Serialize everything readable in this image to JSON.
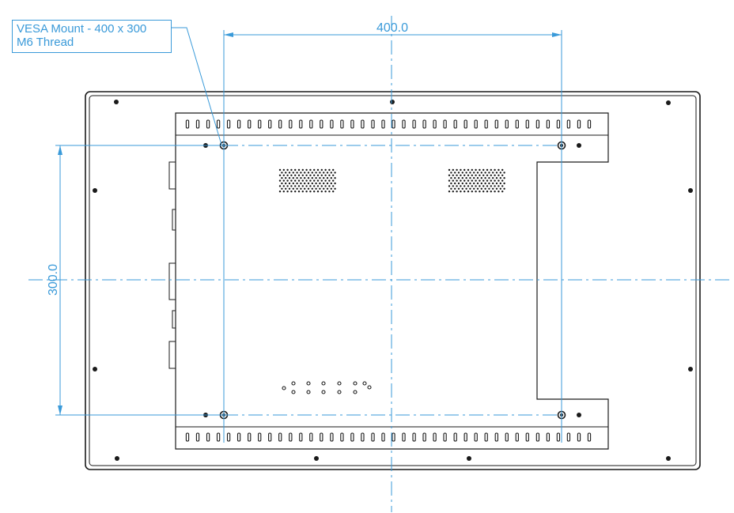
{
  "callout": {
    "line1": "VESA Mount - 400 x 300",
    "line2": "M6 Thread"
  },
  "dimensions": {
    "horizontal": "400.0",
    "vertical": "300.0"
  },
  "colors": {
    "dimension": "#3a9ad9",
    "outline": "#1a1a1a",
    "background": "#ffffff"
  }
}
